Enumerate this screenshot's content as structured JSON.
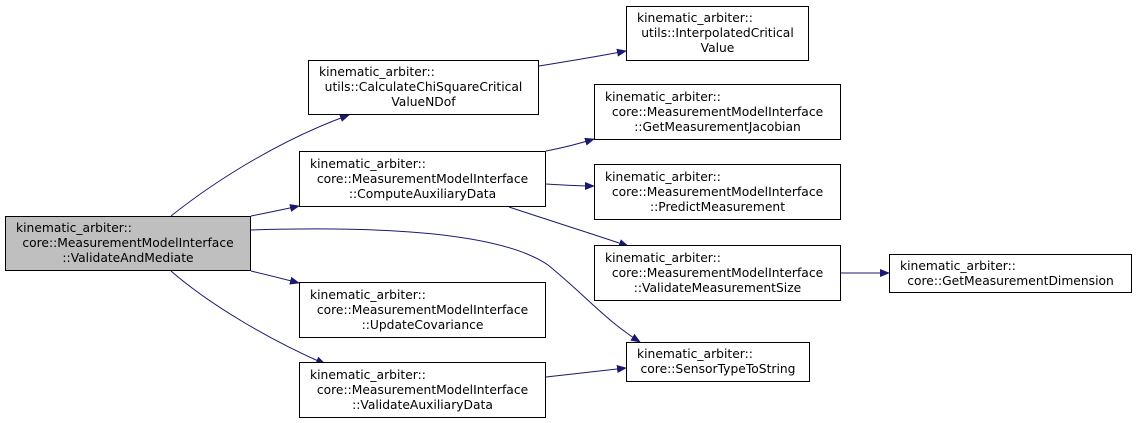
{
  "colors": {
    "edge": "#191970",
    "node_border": "#000000",
    "node_fill": "#ffffff",
    "root_fill": "#bfbfbf"
  },
  "nodes": {
    "validate_and_mediate": [
      "kinematic_arbiter::",
      "core::MeasurementModelInterface",
      "::ValidateAndMediate"
    ],
    "calculate_chi_square": [
      "kinematic_arbiter::",
      "utils::CalculateChiSquareCritical",
      "ValueNDof"
    ],
    "interpolated_critical": [
      "kinematic_arbiter::",
      "utils::InterpolatedCritical",
      "Value"
    ],
    "compute_auxiliary": [
      "kinematic_arbiter::",
      "core::MeasurementModelInterface",
      "::ComputeAuxiliaryData"
    ],
    "get_measurement_jacobian": [
      "kinematic_arbiter::",
      "core::MeasurementModelInterface",
      "::GetMeasurementJacobian"
    ],
    "predict_measurement": [
      "kinematic_arbiter::",
      "core::MeasurementModelInterface",
      "::PredictMeasurement"
    ],
    "validate_measurement_size": [
      "kinematic_arbiter::",
      "core::MeasurementModelInterface",
      "::ValidateMeasurementSize"
    ],
    "get_measurement_dimension": [
      "kinematic_arbiter::",
      "core::GetMeasurementDimension"
    ],
    "update_covariance": [
      "kinematic_arbiter::",
      "core::MeasurementModelInterface",
      "::UpdateCovariance"
    ],
    "validate_auxiliary": [
      "kinematic_arbiter::",
      "core::MeasurementModelInterface",
      "::ValidateAuxiliaryData"
    ],
    "sensor_type_to_string": [
      "kinematic_arbiter::",
      "core::SensorTypeToString"
    ]
  }
}
